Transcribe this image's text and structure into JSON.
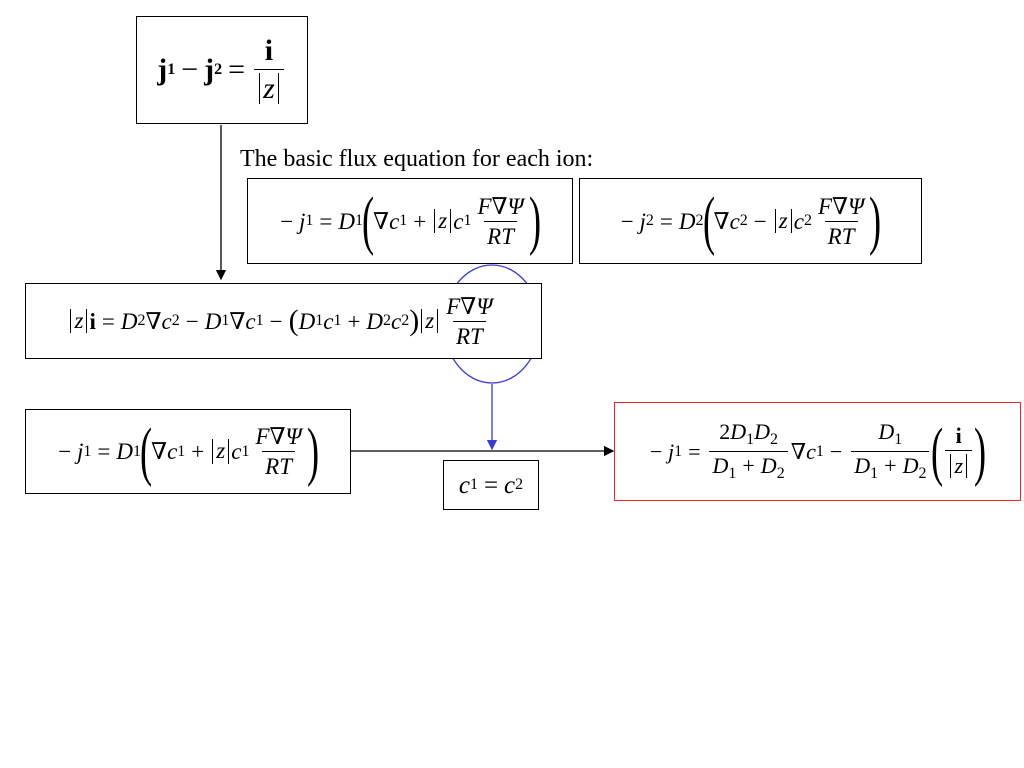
{
  "caption": "The basic flux equation for each ion:",
  "colors": {
    "line": "#000000",
    "highlight_circle": "#3b3bd6",
    "result_border": "#e8262b"
  },
  "equations": {
    "current": {
      "j": "j",
      "s1": "1",
      "minus": "−",
      "s2": "2",
      "eq": "=",
      "num": "i",
      "den_var": "z"
    },
    "flux1": {
      "lhs_minus": "−",
      "j": "j",
      "s": "1",
      "eq": "=",
      "D": "D",
      "Ds": "1",
      "grad": "∇",
      "c": "c",
      "cs": "1",
      "plus": "+",
      "z": "z",
      "c2": "c",
      "c2s": "1",
      "num": "F∇Ψ",
      "den": "RT"
    },
    "flux2": {
      "lhs_minus": "−",
      "j": "j",
      "s": "2",
      "eq": "=",
      "D": "D",
      "Ds": "2",
      "grad": "∇",
      "c": "c",
      "cs": "2",
      "minus": "−",
      "z": "z",
      "c2": "c",
      "c2s": "2",
      "num": "F∇Ψ",
      "den": "RT"
    },
    "combined": {
      "z": "z",
      "i": "i",
      "eq": "=",
      "D2": "D",
      "D2s": "2",
      "grad": "∇",
      "c2": "c",
      "c2s": "2",
      "minus": "−",
      "D1": "D",
      "D1s": "1",
      "c1": "c",
      "c1s": "1",
      "minus2": "−",
      "pD1": "D",
      "pD1s": "1",
      "pc1": "c",
      "pc1s": "1",
      "plus": "+",
      "pD2": "D",
      "pD2s": "2",
      "pc2": "c",
      "pc2s": "2",
      "z2": "z",
      "num": "F∇Ψ",
      "den": "RT"
    },
    "flux1_copy": {
      "lhs_minus": "−",
      "j": "j",
      "s": "1",
      "eq": "=",
      "D": "D",
      "Ds": "1",
      "grad": "∇",
      "c": "c",
      "cs": "1",
      "plus": "+",
      "z": "z",
      "c2": "c",
      "c2s": "1",
      "num": "F∇Ψ",
      "den": "RT"
    },
    "electroneutrality": {
      "c1": "c",
      "c1s": "1",
      "eq": "=",
      "c2": "c",
      "c2s": "2"
    },
    "result": {
      "lhs_minus": "−",
      "j": "j",
      "s": "1",
      "eq": "=",
      "num1": "2",
      "nD1": "D",
      "nD1s": "1",
      "nD2": "D",
      "nD2s": "2",
      "dD1": "D",
      "dD1s": "1",
      "plus": "+",
      "dD2": "D",
      "dD2s": "2",
      "grad": "∇",
      "c": "c",
      "cs": "1",
      "minus": "−",
      "n2D1": "D",
      "n2D1s": "1",
      "d2D1": "D",
      "d2D1s": "1",
      "plus2": "+",
      "d2D2": "D",
      "d2D2s": "2",
      "inum": "i",
      "iden": "z"
    }
  }
}
